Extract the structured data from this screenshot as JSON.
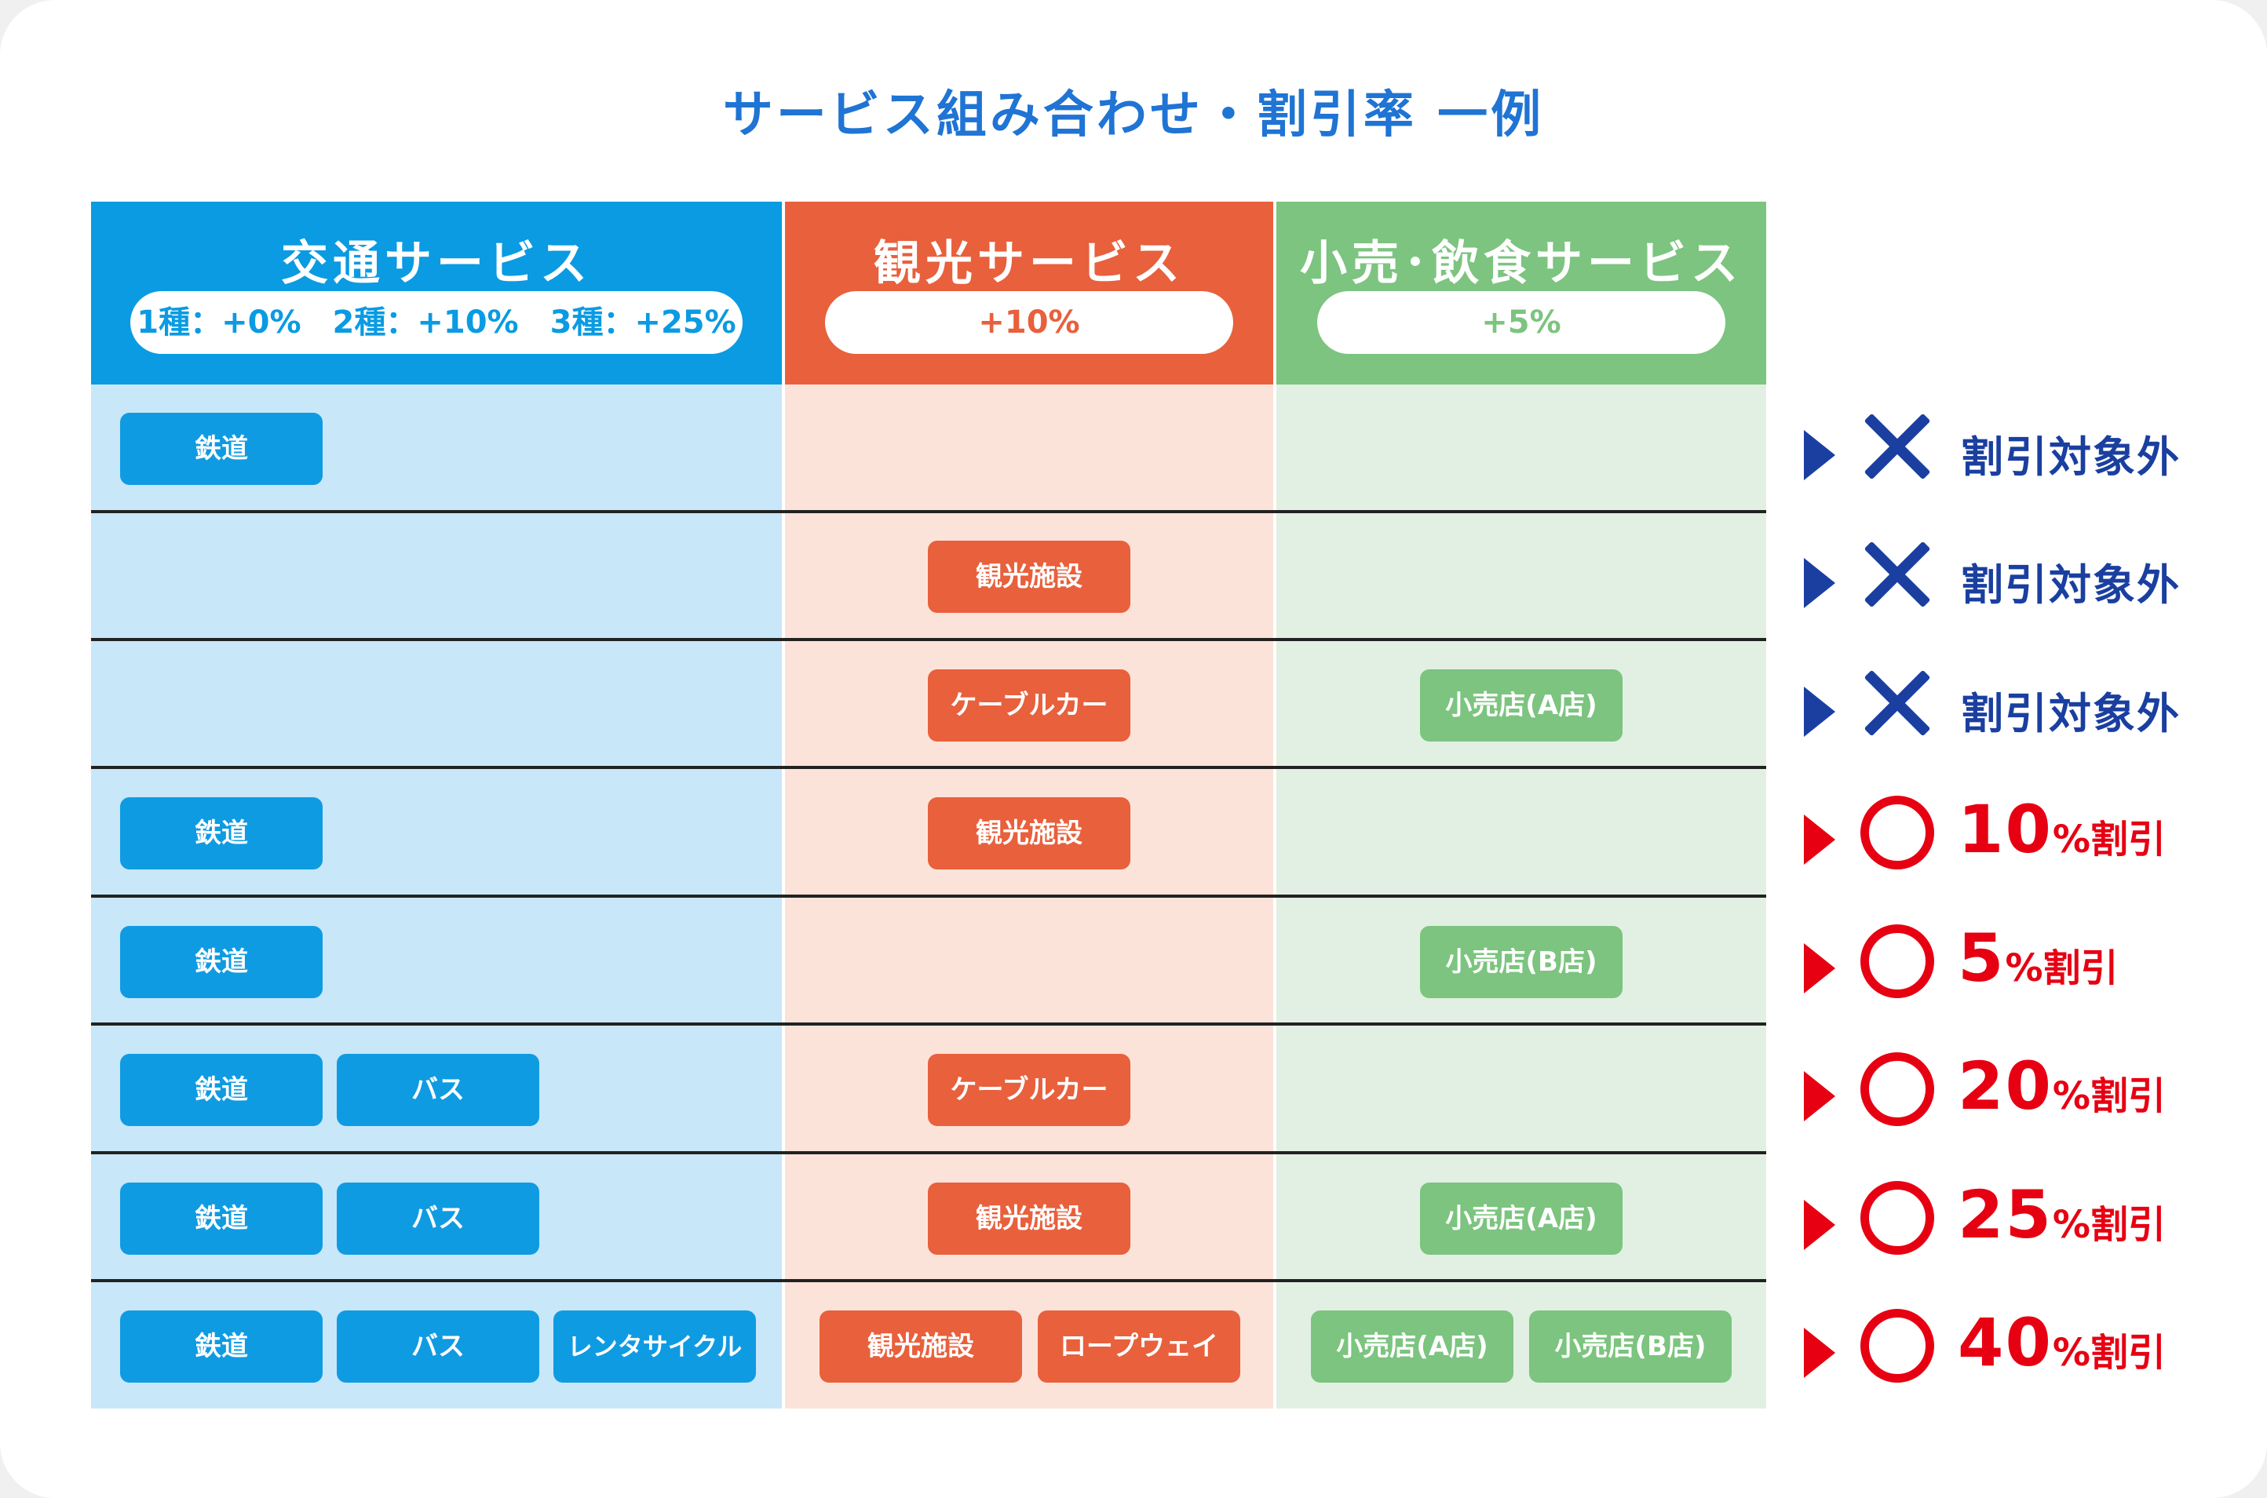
{
  "title": "サービス組み合わせ・割引率 一例",
  "colors": {
    "title": "#1f74d4",
    "transport_header": "#0a9be2",
    "transport_bg": "#c8e7f9",
    "sightseeing_header": "#e8603c",
    "sightseeing_bg": "#fce3da",
    "retail_header": "#7cc47f",
    "retail_bg": "#e1f0e2",
    "ng": "#1a3fa0",
    "ok": "#e60012"
  },
  "columns": [
    {
      "title": "交通サービス",
      "rate": "1種：+0%　2種：+10%　3種：+25%"
    },
    {
      "title": "観光サービス",
      "rate": "+10%"
    },
    {
      "title": "小売･飲食サービス",
      "rate": "+5%"
    }
  ],
  "rows": [
    {
      "transport": [
        "鉄道"
      ],
      "sightseeing": [],
      "retail": [],
      "result": {
        "type": "ng",
        "icon": "cross-icon",
        "text": "割引対象外"
      }
    },
    {
      "transport": [],
      "sightseeing": [
        "観光施設"
      ],
      "retail": [],
      "result": {
        "type": "ng",
        "icon": "cross-icon",
        "text": "割引対象外"
      }
    },
    {
      "transport": [],
      "sightseeing": [
        "ケーブルカー"
      ],
      "retail": [
        "小売店(A店)"
      ],
      "result": {
        "type": "ng",
        "icon": "cross-icon",
        "text": "割引対象外"
      }
    },
    {
      "transport": [
        "鉄道"
      ],
      "sightseeing": [
        "観光施設"
      ],
      "retail": [],
      "result": {
        "type": "ok",
        "icon": "circle-icon",
        "value": "10",
        "unit": "%割引"
      }
    },
    {
      "transport": [
        "鉄道"
      ],
      "sightseeing": [],
      "retail": [
        "小売店(B店)"
      ],
      "result": {
        "type": "ok",
        "icon": "circle-icon",
        "value": "5",
        "unit": "%割引"
      }
    },
    {
      "transport": [
        "鉄道",
        "バス"
      ],
      "sightseeing": [
        "ケーブルカー"
      ],
      "retail": [],
      "result": {
        "type": "ok",
        "icon": "circle-icon",
        "value": "20",
        "unit": "%割引"
      }
    },
    {
      "transport": [
        "鉄道",
        "バス"
      ],
      "sightseeing": [
        "観光施設"
      ],
      "retail": [
        "小売店(A店)"
      ],
      "result": {
        "type": "ok",
        "icon": "circle-icon",
        "value": "25",
        "unit": "%割引"
      }
    },
    {
      "transport": [
        "鉄道",
        "バス",
        "レンタサイクル"
      ],
      "sightseeing": [
        "観光施設",
        "ロープウェイ"
      ],
      "retail": [
        "小売店(A店)",
        "小売店(B店)"
      ],
      "result": {
        "type": "ok",
        "icon": "circle-icon",
        "value": "40",
        "unit": "%割引"
      }
    }
  ]
}
